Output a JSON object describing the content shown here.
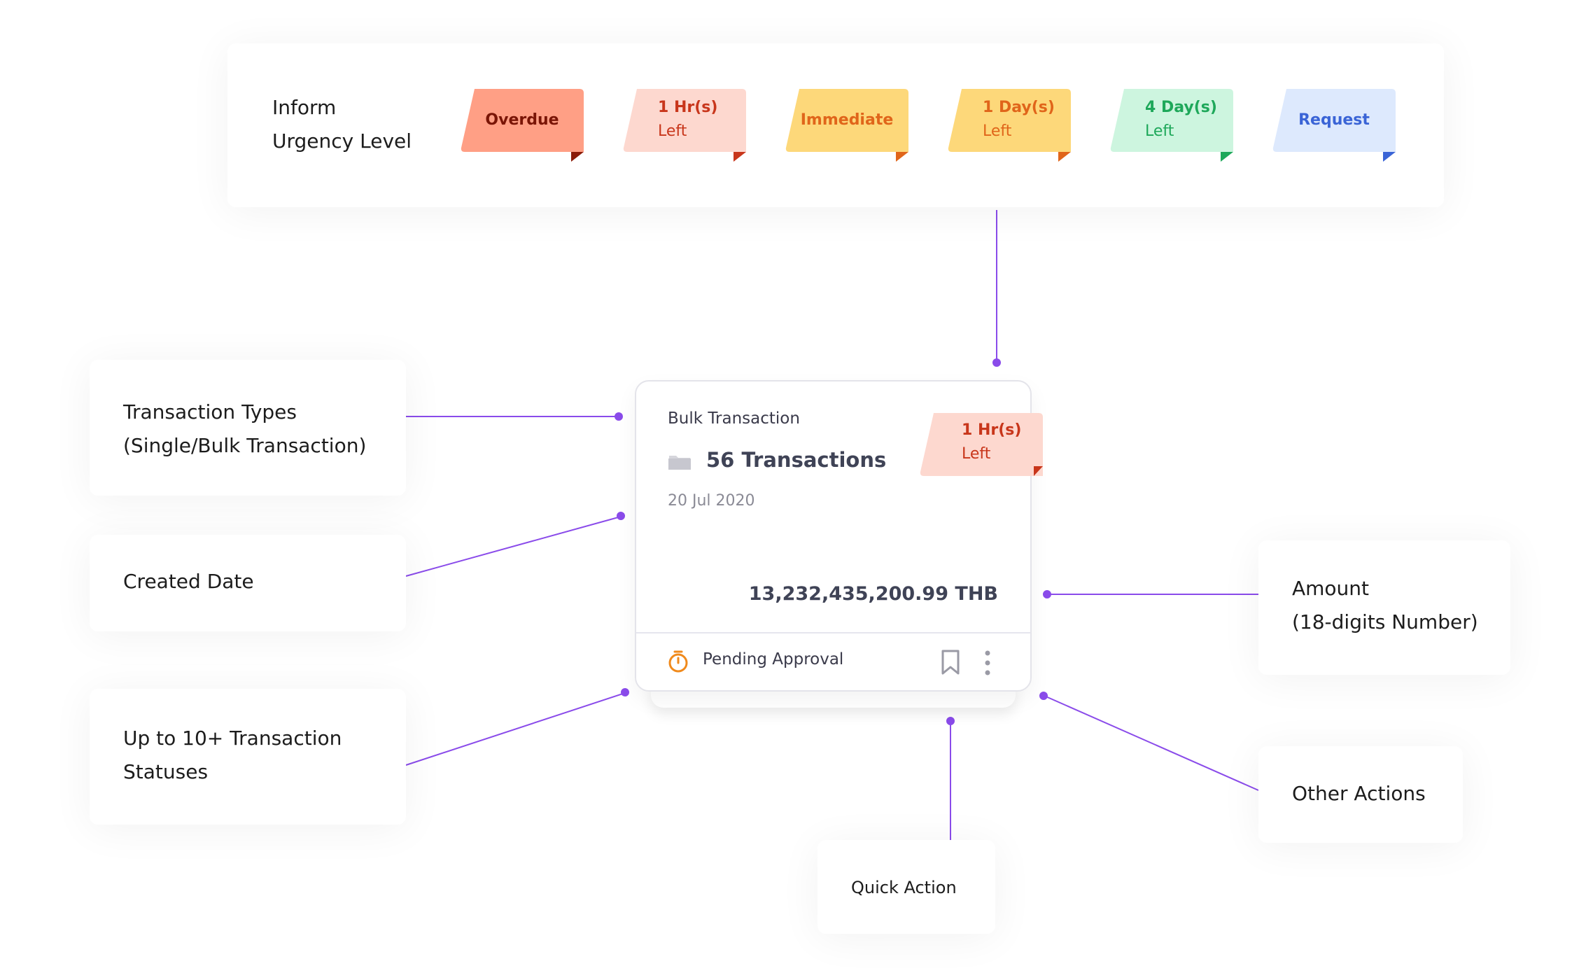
{
  "urgency": {
    "label_line1": "Inform",
    "label_line2": "Urgency Level",
    "tags": [
      {
        "line1": "Overdue",
        "line2": "",
        "bg": "#ff9f85",
        "fold": "#8b1c09",
        "text": "#7a1506"
      },
      {
        "line1": "1 Hr(s)",
        "line2": "Left",
        "bg": "#fdd8cf",
        "fold": "#c8361b",
        "text": "#c8361b"
      },
      {
        "line1": "Immediate",
        "line2": "",
        "bg": "#fdd87a",
        "fold": "#e0651a",
        "text": "#e0651a"
      },
      {
        "line1": "1 Day(s)",
        "line2": "Left",
        "bg": "#fdd87a",
        "fold": "#e0651a",
        "text": "#e0651a"
      },
      {
        "line1": "4 Day(s)",
        "line2": "Left",
        "bg": "#cdf5df",
        "fold": "#1ea85a",
        "text": "#1ea85a"
      },
      {
        "line1": "Request",
        "line2": "",
        "bg": "#dde9fd",
        "fold": "#3a64d6",
        "text": "#3a64d6"
      }
    ]
  },
  "labels": {
    "transaction_types_1": "Transaction Types",
    "transaction_types_2": "(Single/Bulk Transaction)",
    "created_date": "Created Date",
    "statuses_1": "Up to 10+ Transaction",
    "statuses_2": "Statuses",
    "amount_1": "Amount",
    "amount_2": "(18-digits Number)",
    "other_actions": "Other Actions",
    "quick_action": "Quick Action"
  },
  "card": {
    "type": "Bulk Transaction",
    "count": "56 Transactions",
    "date": "20 Jul 2020",
    "amount": "13,232,435,200.99 THB",
    "status": "Pending Approval",
    "tag_line1": "1 Hr(s)",
    "tag_line2": "Left"
  },
  "colors": {
    "connector": "#8a4bea",
    "status_icon": "#f08a1c"
  },
  "icons": [
    "folder-icon",
    "timer-icon",
    "bookmark-icon",
    "more-vertical-icon"
  ]
}
